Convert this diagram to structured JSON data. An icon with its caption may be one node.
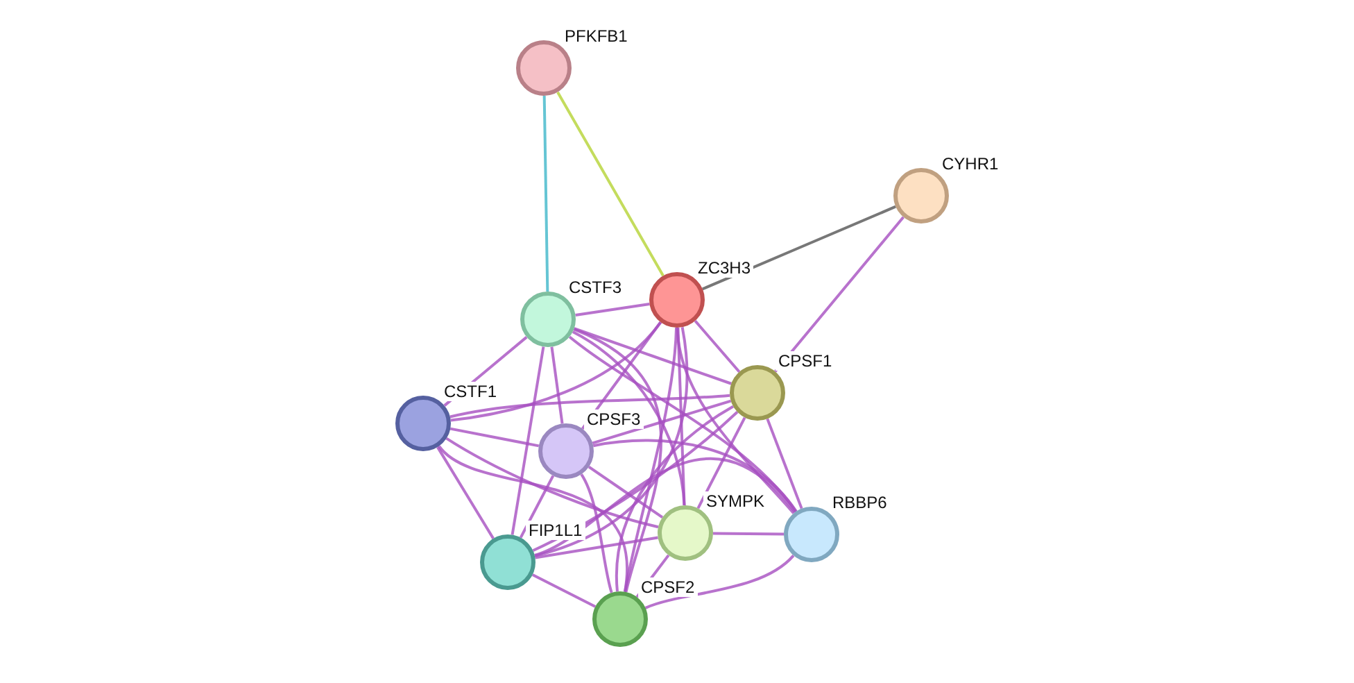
{
  "diagram": {
    "nodes": [
      {
        "text": [
          "PFKFB1"
        ]
      },
      {
        "text": [
          "CYHR1"
        ]
      },
      {
        "text": [
          "ZC3H3"
        ]
      },
      {
        "text": [
          "CSTF3"
        ]
      },
      {
        "text": [
          "CPSF1"
        ]
      },
      {
        "text": [
          "CSTF1"
        ]
      },
      {
        "text": [
          "CPSF3"
        ]
      },
      {
        "text": [
          "SYMPK"
        ]
      },
      {
        "text": [
          "RBBP6"
        ]
      },
      {
        "text": [
          "FIP1L1"
        ]
      },
      {
        "text": [
          "CPSF2"
        ]
      }
    ],
    "edges": [
      {
        "from": 0,
        "to": 3,
        "arrow": "none",
        "color": "#3fb6c9"
      },
      {
        "from": 0,
        "to": 2,
        "arrow": "none",
        "color": "#b5d334"
      },
      {
        "from": 1,
        "to": 2,
        "arrow": "none",
        "color": "#555555"
      },
      {
        "from": 1,
        "to": 4,
        "arrow": "none"
      },
      {
        "from": 2,
        "to": 3,
        "arrow": "none"
      },
      {
        "from": 2,
        "to": 4,
        "arrow": "none"
      },
      {
        "from": 2,
        "to": 5,
        "arrow": "none"
      },
      {
        "from": 2,
        "to": 6,
        "arrow": "none"
      },
      {
        "from": 2,
        "to": 7,
        "arrow": "none"
      },
      {
        "from": 2,
        "to": 8,
        "arrow": "none"
      },
      {
        "from": 2,
        "to": 9,
        "arrow": "none"
      },
      {
        "from": 2,
        "to": 10,
        "arrow": "none"
      },
      {
        "from": 3,
        "to": 4,
        "arrow": "none"
      },
      {
        "from": 3,
        "to": 5,
        "arrow": "none"
      },
      {
        "from": 3,
        "to": 6,
        "arrow": "none"
      },
      {
        "from": 3,
        "to": 7,
        "arrow": "none"
      },
      {
        "from": 3,
        "to": 8,
        "arrow": "none"
      },
      {
        "from": 3,
        "to": 9,
        "arrow": "none"
      },
      {
        "from": 3,
        "to": 10,
        "arrow": "none"
      },
      {
        "from": 4,
        "to": 5,
        "arrow": "none"
      },
      {
        "from": 4,
        "to": 6,
        "arrow": "none"
      },
      {
        "from": 4,
        "to": 7,
        "arrow": "none"
      },
      {
        "from": 4,
        "to": 8,
        "arrow": "none"
      },
      {
        "from": 4,
        "to": 9,
        "arrow": "none"
      },
      {
        "from": 4,
        "to": 10,
        "arrow": "none"
      },
      {
        "from": 5,
        "to": 6,
        "arrow": "none"
      },
      {
        "from": 5,
        "to": 7,
        "arrow": "none"
      },
      {
        "from": 5,
        "to": 9,
        "arrow": "none"
      },
      {
        "from": 5,
        "to": 10,
        "arrow": "none"
      },
      {
        "from": 6,
        "to": 7,
        "arrow": "none"
      },
      {
        "from": 6,
        "to": 8,
        "arrow": "none"
      },
      {
        "from": 6,
        "to": 9,
        "arrow": "none"
      },
      {
        "from": 6,
        "to": 10,
        "arrow": "none"
      },
      {
        "from": 7,
        "to": 8,
        "arrow": "none"
      },
      {
        "from": 7,
        "to": 9,
        "arrow": "none"
      },
      {
        "from": 7,
        "to": 10,
        "arrow": "none"
      },
      {
        "from": 8,
        "to": 9,
        "arrow": "none"
      },
      {
        "from": 8,
        "to": 10,
        "arrow": "none"
      },
      {
        "from": 9,
        "to": 10,
        "arrow": "none"
      }
    ]
  }
}
